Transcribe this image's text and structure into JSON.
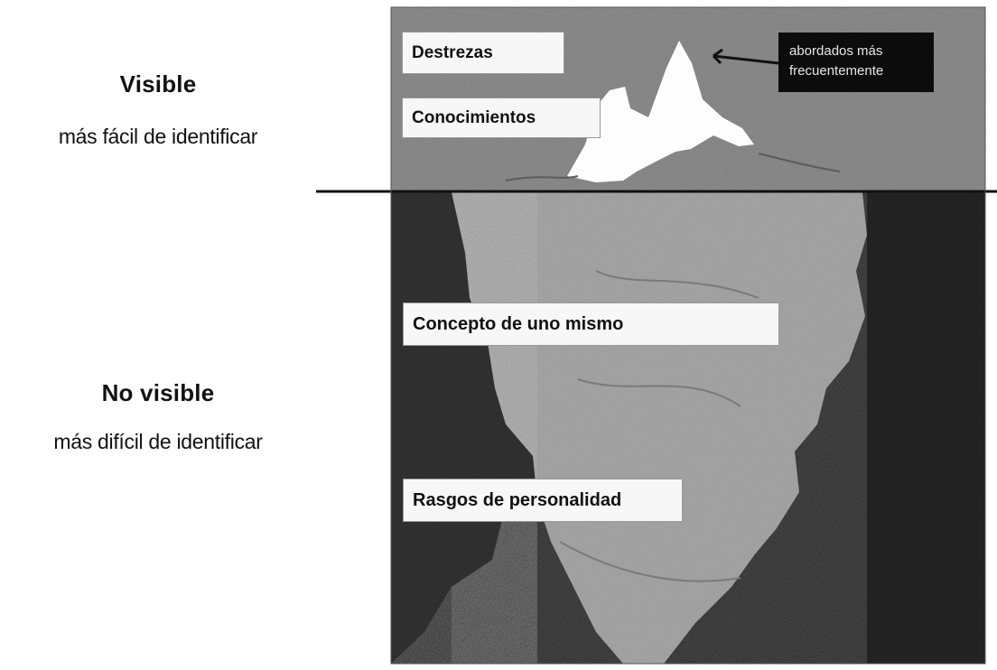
{
  "surface": {
    "heading": "Visible",
    "subtitle": "más fácil de identificar"
  },
  "underwater": {
    "heading": "No visible",
    "subtitle": "más difícil de identificar"
  },
  "iceberg_labels": {
    "skills": "Destrezas",
    "knowledge": "Conocimientos",
    "self_concept": "Concepto de uno mismo",
    "traits": "Rasgos de personalidad"
  },
  "callout": {
    "line1": "abordados más",
    "line2": "frecuentemente"
  },
  "colors": {
    "sky": "#8f8f8f",
    "sea": "#262626",
    "ice_underwater": "#a7a7a7",
    "ice_tip": "#ffffff",
    "waterline": "#111111"
  }
}
